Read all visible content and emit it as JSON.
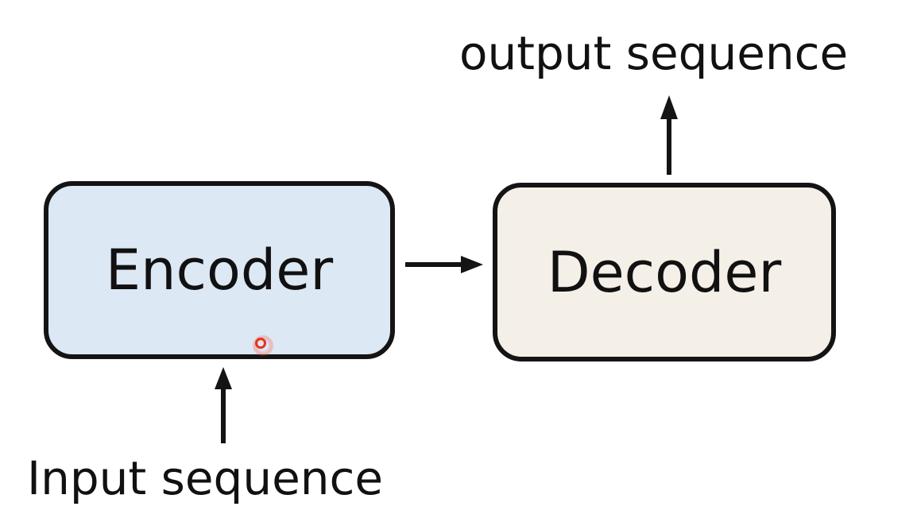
{
  "diagram": {
    "encoder": {
      "label": "Encoder",
      "fill": "#dce8f4"
    },
    "decoder": {
      "label": "Decoder",
      "fill": "#f4efe7"
    },
    "output_label": "output sequence",
    "input_label": "Input sequence",
    "stroke_color": "#141414",
    "pointer_color": "#e8321f"
  }
}
